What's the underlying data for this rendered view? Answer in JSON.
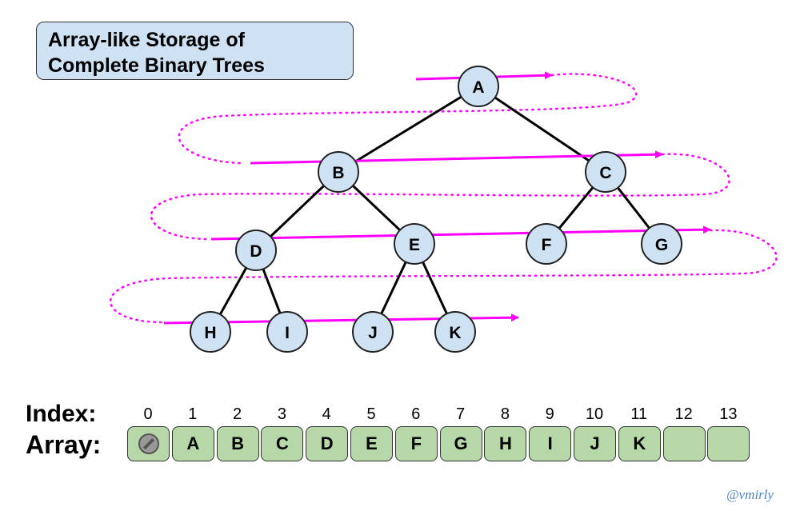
{
  "title": {
    "line1": "Array-like Storage of",
    "line2": "Complete Binary Trees"
  },
  "colors": {
    "node_fill": "#cfe2f3",
    "cell_fill": "#b6d7a8",
    "arrow": "#ff00ff",
    "edge": "#000000",
    "credit": "#4a86c8"
  },
  "tree": {
    "nodes": [
      {
        "id": "A",
        "label": "A"
      },
      {
        "id": "B",
        "label": "B"
      },
      {
        "id": "C",
        "label": "C"
      },
      {
        "id": "D",
        "label": "D"
      },
      {
        "id": "E",
        "label": "E"
      },
      {
        "id": "F",
        "label": "F"
      },
      {
        "id": "G",
        "label": "G"
      },
      {
        "id": "H",
        "label": "H"
      },
      {
        "id": "I",
        "label": "I"
      },
      {
        "id": "J",
        "label": "J"
      },
      {
        "id": "K",
        "label": "K"
      }
    ],
    "edges": [
      [
        "A",
        "B"
      ],
      [
        "A",
        "C"
      ],
      [
        "B",
        "D"
      ],
      [
        "B",
        "E"
      ],
      [
        "C",
        "F"
      ],
      [
        "C",
        "G"
      ],
      [
        "D",
        "H"
      ],
      [
        "D",
        "I"
      ],
      [
        "E",
        "J"
      ],
      [
        "E",
        "K"
      ]
    ],
    "level_order": [
      "A",
      "B",
      "C",
      "D",
      "E",
      "F",
      "G",
      "H",
      "I",
      "J",
      "K"
    ]
  },
  "labels": {
    "index": "Index:",
    "array": "Array:"
  },
  "array": {
    "indices": [
      "0",
      "1",
      "2",
      "3",
      "4",
      "5",
      "6",
      "7",
      "8",
      "9",
      "10",
      "11",
      "12",
      "13"
    ],
    "cells": [
      {
        "value": "",
        "null": true,
        "icon": "null-symbol-icon"
      },
      {
        "value": "A"
      },
      {
        "value": "B"
      },
      {
        "value": "C"
      },
      {
        "value": "D"
      },
      {
        "value": "E"
      },
      {
        "value": "F"
      },
      {
        "value": "G"
      },
      {
        "value": "H"
      },
      {
        "value": "I"
      },
      {
        "value": "J"
      },
      {
        "value": "K"
      },
      {
        "value": ""
      },
      {
        "value": ""
      }
    ]
  },
  "credit": "@vmirly"
}
